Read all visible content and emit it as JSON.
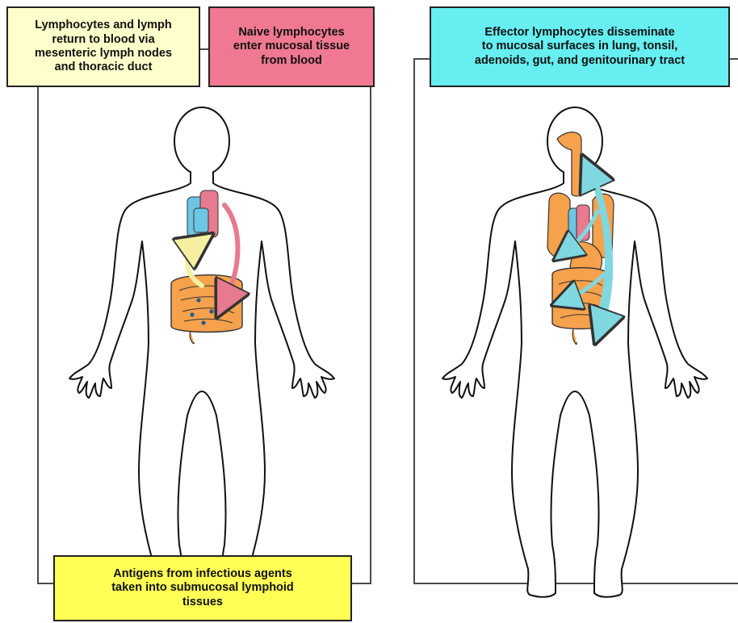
{
  "labels": {
    "lymph_return": "Lymphocytes and lymph\nreturn to blood via\nmesenteric lymph nodes\nand thoracic duct",
    "naive": "Naive lymphocytes\nenter mucosal tissue\nfrom blood",
    "effector": "Effector lymphocytes disseminate\nto mucosal surfaces in lung, tonsil,\nadenoids, gut, and genitourinary tract",
    "antigens": "Antigens from infectious agents\ntaken into submucosal lymphoid\ntissues"
  },
  "colors": {
    "lymph_return_box": "#ffffcc",
    "naive_box": "#f07890",
    "effector_box": "#66eef0",
    "antigens_box": "#ffff55",
    "organ": "#f6a14c",
    "naive_arrow": "#e87a90",
    "lymph_arrow": "#f4f0a0",
    "effector_arrow": "#7fd8e0",
    "heart_blue": "#6cc6e4",
    "heart_pink": "#e87a90"
  }
}
